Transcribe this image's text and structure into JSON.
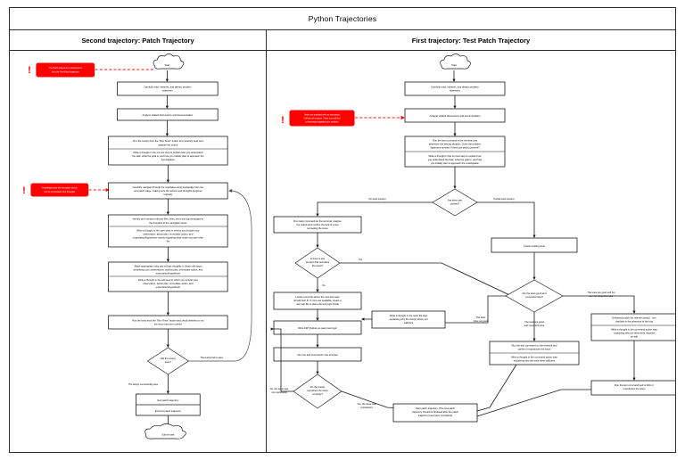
{
  "document": {
    "title": "Python Trajectories",
    "columns": [
      {
        "id": "left",
        "heading": "Second trajectory: Patch Trajectory"
      },
      {
        "id": "right",
        "heading": "First trajectory: Test Patch Trajectory"
      }
    ]
  },
  "left": {
    "annotations": [
      {
        "id": "ann-left-1",
        "text_l1": "The Patch trajectory is independent",
        "text_l2": "from the Test Patch trajectory"
      },
      {
        "id": "ann-left-2",
        "text_l1": "Knowledge from the test patch should",
        "text_l2": "not be mentioned in the thoughts"
      }
    ],
    "nodes": [
      {
        "id": "start",
        "type": "cloud",
        "label": "Start"
      },
      {
        "id": "n1",
        "type": "process",
        "label_l1": "Carefully read, interpret, and dissect problem",
        "label_l2": "statement"
      },
      {
        "id": "n2",
        "type": "process",
        "label_l1": "Analyse related discussions and documentation"
      },
      {
        "id": "n3a",
        "type": "process",
        "label_l1": "Run the test(s) from the \"Run Tests\" button and carefully read and",
        "label_l2": "analyse the output"
      },
      {
        "id": "n3b",
        "type": "subnote",
        "label_l1": "Write a thought in the out test step to explain how you understand",
        "label_l2": "the task, what the goal is, and how you initially plan to approach the",
        "label_l3": "investigation"
      },
      {
        "id": "n4",
        "type": "process",
        "label_l1": "Carefully navigate through the codebase using knowledge from the",
        "label_l2": "test patch stage, making sure the actions and thoughts progress",
        "label_l3": "logically"
      },
      {
        "id": "n5a",
        "type": "process",
        "label_l1": "Identify and mention relevant files, lines, error and log messages in",
        "label_l2": "the thoughts of the navigation steps"
      },
      {
        "id": "n5b",
        "type": "subnote",
        "label_l1": "Write a thought in the open step to ensure you include your",
        "label_l2": "observation, action plan, immediate action, and",
        "label_l3": "expectation/hypothesis mainly regarding what made you open that",
        "label_l4": "file"
      },
      {
        "id": "n6a",
        "type": "process",
        "label_l1": "Make appropriate edits and include thoughts in those edit steps",
        "label_l2": "describing your observations, actions plan, immediate action, and",
        "label_l3": "expectation/hypothesis"
      },
      {
        "id": "n6b",
        "type": "subnote",
        "label_l1": "Write a thought in the edit step in which you include your",
        "label_l2": "observation, action plan, immediate action, and",
        "label_l3": "expectation/hypothesis"
      },
      {
        "id": "n7",
        "type": "process",
        "label_l1": "Run the tests from the \"Run Tests\" button and check whether or not",
        "label_l2": "the issue has been solved"
      },
      {
        "id": "d1",
        "type": "decision",
        "label_l1": "Did the test(s)",
        "label_l2": "pass?"
      },
      {
        "id": "n8",
        "type": "process",
        "label_l1": "End patch trajectory"
      },
      {
        "id": "n9",
        "type": "process",
        "label_l1": "End test patch trajectory"
      },
      {
        "id": "submit",
        "type": "cloud",
        "label": "Submit task"
      }
    ],
    "edges": [
      {
        "id": "e-d1-yes",
        "label": "The test(s) successfully pass"
      },
      {
        "id": "e-d1-no",
        "label": "The test(s) fail to pass"
      }
    ]
  },
  "right": {
    "annotations": [
      {
        "id": "ann-right-1",
        "text_l1": "Tasks are provided with an associated",
        "text_l2": "GitHub pull request. There you will find",
        "text_l3": "a discussion regarding the problem"
      }
    ],
    "nodes": [
      {
        "id": "rstart",
        "type": "cloud",
        "label": "Start"
      },
      {
        "id": "r1",
        "type": "process",
        "label_l1": "Carefully read, interpret, and dissect problem",
        "label_l2": "statement"
      },
      {
        "id": "r2",
        "type": "process",
        "label_l1": "Analyse related discussions and documentation"
      },
      {
        "id": "r3a",
        "type": "process",
        "label_l1": "Run the test command in the terminal and",
        "label_l2": "determine the testing situation. Does the problem",
        "label_l3": "statement mention if there are test(s) present?"
      },
      {
        "id": "r3b",
        "type": "subnote",
        "label_l1": "Write a thought in the run test step to explain how",
        "label_l2": "you understand the task, what the goal is, and how",
        "label_l3": "you initially plan to approach the investigation"
      },
      {
        "id": "rd1",
        "type": "decision",
        "label_l1": "Are there test",
        "label_l2": "present?"
      },
      {
        "id": "r4",
        "type": "process",
        "label_l1": "Run tests command on the terminal, analyse",
        "label_l2": "the output and confirm the lack of a test",
        "label_l3": "recreating the issue"
      },
      {
        "id": "r5",
        "type": "process",
        "label_l1": "Check existing tests"
      },
      {
        "id": "rd2",
        "type": "decision",
        "label_l1": "Is there a test",
        "label_l2": "present that recreates",
        "label_l3": "the issue?"
      },
      {
        "id": "rd3",
        "type": "decision",
        "label_l1": "Are the tests good and",
        "label_l2": "comprehensive?"
      },
      {
        "id": "r6",
        "type": "process",
        "label_l1": "Locate a test file where the new test case",
        "label_l2": "should best fit. If none are available, create a",
        "label_l3": "new test file to place the test logic inside"
      },
      {
        "id": "r7",
        "type": "process",
        "label_l1": "Write F2P (Failure-to-pass) test logic"
      },
      {
        "id": "r8",
        "type": "process",
        "label_l1": "Run the test command in the terminal"
      },
      {
        "id": "rd4",
        "type": "decision",
        "label_l1": "Do the test(s)",
        "label_l2": "reproduce the issue",
        "label_l3": "correctly?"
      },
      {
        "id": "r9",
        "type": "process",
        "label_l1": "Write a thought in the open file step",
        "label_l2": "explaining why the test(s) where not",
        "label_l3": "sufficient"
      },
      {
        "id": "r10a",
        "type": "process",
        "label_l1": "Run the test command on the terminal and",
        "label_l2": "confirm it reproduces the issue"
      },
      {
        "id": "r10b",
        "type": "subnote",
        "label_l1": "Write a thought in the command action step",
        "label_l2": "explaining why the tests were sufficient"
      },
      {
        "id": "r11a",
        "type": "process",
        "label_l1": "Enhance/modify the relevant test(s) - one",
        "label_l2": "that fails in the presence of the bug"
      },
      {
        "id": "r11b",
        "type": "subnote",
        "label_l1": "Write a thought in the command action step",
        "label_l2": "explaining why the tests were required",
        "label_l3": "an edit"
      },
      {
        "id": "r12",
        "type": "process",
        "label_l1": "Run the test command and confirm it",
        "label_l2": "reproduces the issue"
      },
      {
        "id": "r13",
        "type": "process",
        "label_l1": "Start patch trajectory. (The test patch",
        "label_l2": "trajectory should be finalised after the patch",
        "label_l3": "trajectory have been completed)"
      }
    ],
    "edges": [
      {
        "id": "re-no-tests",
        "label": "No tests present"
      },
      {
        "id": "re-partial-tests",
        "label": "Partial tests present"
      },
      {
        "id": "re-yes",
        "label": "Yes"
      },
      {
        "id": "re-no",
        "label": "No"
      },
      {
        "id": "re-not-good",
        "label_l1": "The tests",
        "label_l2": "have not good"
      },
      {
        "id": "re-good-not-comp",
        "label_l1": "The tests are good and but",
        "label_l2": "are not comprehensive"
      },
      {
        "id": "re-good-comp",
        "label_l1": "The tests are good",
        "label_l2": "and comprehensive"
      },
      {
        "id": "re-not-repro",
        "label_l1": "No, the issue was",
        "label_l2": "not reproduced"
      },
      {
        "id": "re-repro",
        "label_l1": "Yes, the issue was",
        "label_l2": "reproduced"
      }
    ]
  },
  "colors": {
    "accent_red": "#ff0000",
    "stroke": "#1a1a1a",
    "background": "#ffffff"
  }
}
